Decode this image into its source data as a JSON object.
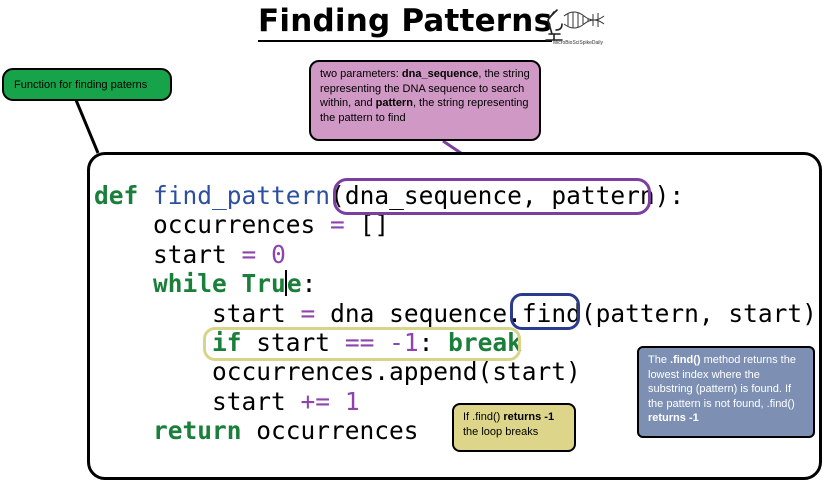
{
  "title": "Finding Patterns",
  "logo": {
    "icon": "microscope-dna-logo",
    "text": "MicroBioSciSpikeDaily"
  },
  "code": {
    "line1": {
      "kw": "def",
      "fn": "find_pattern",
      "open": "(",
      "params": "dna_sequence, pattern",
      "close": "):"
    },
    "line2": {
      "indent": "    ",
      "name": "occurrences",
      "op": "=",
      "val": "[]"
    },
    "line3": {
      "indent": "    ",
      "name": "start",
      "op": "=",
      "val": "0"
    },
    "line4": {
      "indent": "    ",
      "kw_a": "while",
      "kw_b": "Tru",
      "kw_c": "e",
      "end": ":"
    },
    "line5": {
      "indent": "        ",
      "name": "start",
      "op": "=",
      "obj": "dna_sequence.",
      "method": "find",
      "args": "(pattern, start)"
    },
    "line6": {
      "indent": "        ",
      "kw_if": "if",
      "name": "start",
      "op": "==",
      "num": "-1",
      "colon": ":",
      "kw_break": "break"
    },
    "line7": {
      "indent": "        ",
      "text": "occurrences.append(start)"
    },
    "line8": {
      "indent": "        ",
      "name": "start",
      "op": "+=",
      "num": "1"
    },
    "line9": {
      "indent": "    ",
      "kw": "return",
      "text": "occurrences"
    }
  },
  "notes": {
    "function": "Function for finding paterns",
    "params": {
      "p1": "two parameters: ",
      "b1": "dna_sequence",
      "p2": ", the string representing the DNA sequence to search within, and ",
      "b2": "pattern",
      "p3": ", the string representing the pattern to find"
    },
    "find": {
      "p1": "The ",
      "b1": ".find()",
      "p2": " method returns the lowest index where the substring (pattern) is found. If the pattern is not found, .find() ",
      "b2": "returns -1"
    },
    "if": {
      "p1": "If .find() ",
      "b1": "returns -1",
      "p2": "the loop breaks"
    }
  },
  "colors": {
    "keyword": "#1a7f3a",
    "function_name": "#2e4fa0",
    "operator": "#8e44ad",
    "params_highlight": "#7b3fa0",
    "find_highlight": "#2a3a8c",
    "if_highlight": "#d8d48a"
  }
}
